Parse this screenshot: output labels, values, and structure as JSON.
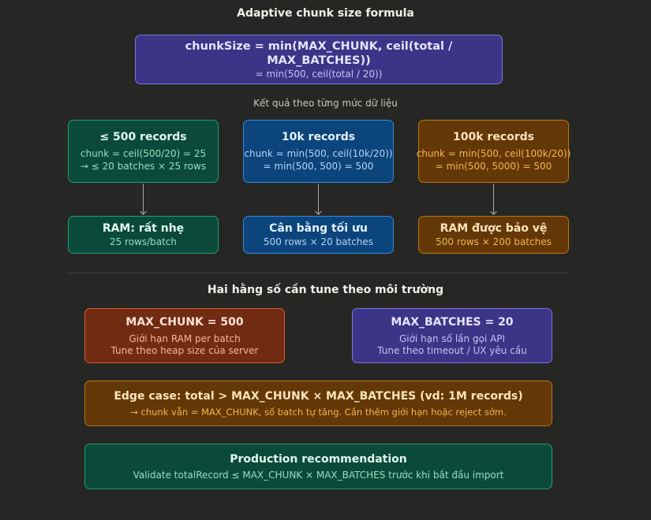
{
  "title": "Adaptive chunk size formula",
  "formula": {
    "main": "chunkSize = min(MAX_CHUNK, ceil(total / MAX_BATCHES))",
    "sub": "= min(500, ceil(total / 20))"
  },
  "results_heading": "Kết quả theo từng mức dữ liệu",
  "scenarios": [
    {
      "title": "≤ 500 records",
      "line1": "chunk = ceil(500/20) = 25",
      "line2": "→ ≤ 20 batches × 25 rows",
      "result_title": "RAM: rất nhẹ",
      "result_sub": "25 rows/batch"
    },
    {
      "title": "10k records",
      "line1": "chunk = min(500, ceil(10k/20))",
      "line2": "= min(500, 500) = 500",
      "result_title": "Cân bằng tối ưu",
      "result_sub": "500 rows × 20 batches"
    },
    {
      "title": "100k records",
      "line1": "chunk = min(500, ceil(100k/20))",
      "line2": "= min(500, 5000) = 500",
      "result_title": "RAM được bảo vệ",
      "result_sub": "500 rows × 200 batches"
    }
  ],
  "constants_heading": "Hai hằng số cần tune theo môi trường",
  "constants": [
    {
      "title": "MAX_CHUNK = 500",
      "line1": "Giới hạn RAM per batch",
      "line2": "Tune theo heap size của server"
    },
    {
      "title": "MAX_BATCHES = 20",
      "line1": "Giới hạn số lần gọi API",
      "line2": "Tune theo timeout / UX yêu cầu"
    }
  ],
  "edge_case": {
    "title": "Edge case: total > MAX_CHUNK × MAX_BATCHES (vd: 1M records)",
    "sub": "→ chunk vẫn = MAX_CHUNK, số batch tự tăng. Cần thêm giới hạn hoặc reject sớm."
  },
  "recommendation": {
    "title": "Production recommendation",
    "sub": "Validate totalRecord ≤ MAX_CHUNK × MAX_BATCHES trước khi bắt đầu import"
  },
  "colors": {
    "background": "#262624",
    "purple": "#3c3486",
    "green": "#0b4a3b",
    "blue": "#0c447c",
    "amber": "#633806",
    "coral": "#712b13",
    "arrow": "#a8a69e"
  }
}
